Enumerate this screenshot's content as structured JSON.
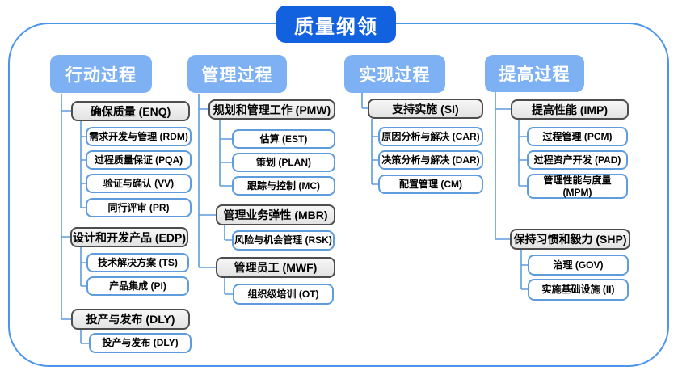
{
  "title": "质量纲领",
  "colors": {
    "title_bg": "#1261DE",
    "header_bg": "#7EB1F4",
    "gray_fill": "#E9E9E9",
    "gray_border": "#4D4D4D",
    "blue_box_border": "#5E9CDE",
    "connector": "#5E9CDE",
    "frame_border": "#4D94EE"
  },
  "columns": [
    {
      "header": "行动过程",
      "groups": [
        {
          "label": "确保质量 (ENQ)",
          "children": [
            "需求开发与管理 (RDM)",
            "过程质量保证 (PQA)",
            "验证与确认 (VV)",
            "同行评审 (PR)"
          ]
        },
        {
          "label": "设计和开发产品 (EDP)",
          "children": [
            "技术解决方案 (TS)",
            "产品集成 (PI)"
          ]
        },
        {
          "label": "投产与发布 (DLY)",
          "children": [
            "投产与发布 (DLY)"
          ]
        }
      ]
    },
    {
      "header": "管理过程",
      "groups": [
        {
          "label": "规划和管理工作 (PMW)",
          "children": [
            "估算 (EST)",
            "策划 (PLAN)",
            "跟踪与控制 (MC)"
          ]
        },
        {
          "label": "管理业务弹性 (MBR)",
          "children": [
            "风险与机会管理 (RSK)"
          ]
        },
        {
          "label": "管理员工 (MWF)",
          "children": [
            "组织级培训 (OT)"
          ]
        }
      ]
    },
    {
      "header": "实现过程",
      "groups": [
        {
          "label": "支持实施 (SI)",
          "children": [
            "原因分析与解决 (CAR)",
            "决策分析与解决 (DAR)",
            "配置管理 (CM)"
          ]
        }
      ]
    },
    {
      "header": "提高过程",
      "groups": [
        {
          "label": "提高性能 (IMP)",
          "children": [
            "过程管理 (PCM)",
            "过程资产开发 (PAD)",
            "管理性能与度量\n(MPM)"
          ]
        },
        {
          "label": "保持习惯和毅力 (SHP)",
          "children": [
            "治理 (GOV)",
            "实施基础设施 (II)"
          ]
        }
      ]
    }
  ]
}
